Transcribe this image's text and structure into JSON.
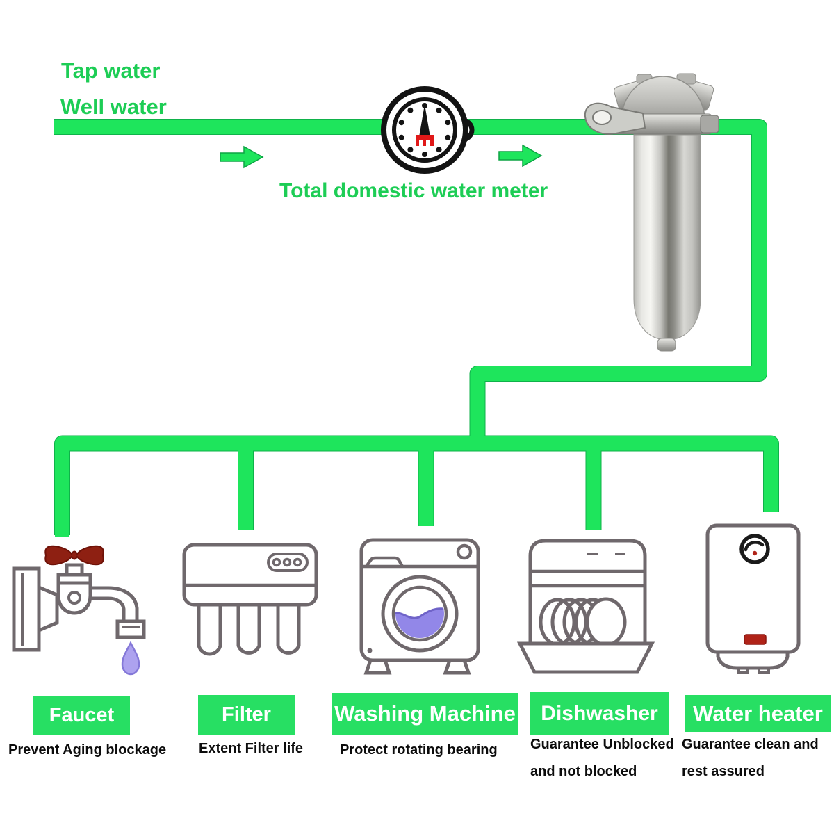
{
  "sources": {
    "line1": "Tap water",
    "line2": "Well water"
  },
  "meter": {
    "label": "Total domestic water meter"
  },
  "appliances": [
    {
      "id": "faucet",
      "label": "Faucet",
      "desc_lines": [
        "Prevent Aging blockage"
      ]
    },
    {
      "id": "filter",
      "label": "Filter",
      "desc_lines": [
        "Extent Filter life"
      ]
    },
    {
      "id": "washing-machine",
      "label": "Washing Machine",
      "desc_lines": [
        "Protect rotating bearing"
      ]
    },
    {
      "id": "dishwasher",
      "label": "Dishwasher",
      "desc_lines": [
        "Guarantee Unblocked",
        "and not blocked"
      ]
    },
    {
      "id": "water-heater",
      "label": "Water heater",
      "desc_lines": [
        "Guarantee clean and",
        "rest assured"
      ]
    }
  ],
  "colors": {
    "pipe_green": "#1ee55c",
    "pipe_edge_green": "#0fb24a",
    "button_green": "#27df63",
    "heading_green": "#1dcd55",
    "appliance_line_gray": "#6f686c",
    "faucet_handle_red": "#8e2012",
    "water_purple": "#9287e8",
    "drop_purple": "#ada2ef",
    "heater_indicator_red": "#b02318",
    "meter_display_red": "#e01818",
    "description_black": "#0c0c0c"
  },
  "icons": {
    "meter": "water-meter-dial-icon",
    "filter_housing": "stainless-filter-housing-photo",
    "faucet": "faucet-icon",
    "filter": "water-purifier-icon",
    "washing_machine": "washing-machine-icon",
    "dishwasher": "dishwasher-icon",
    "water_heater": "water-heater-icon",
    "flow_arrows": "right-arrow-icon"
  }
}
